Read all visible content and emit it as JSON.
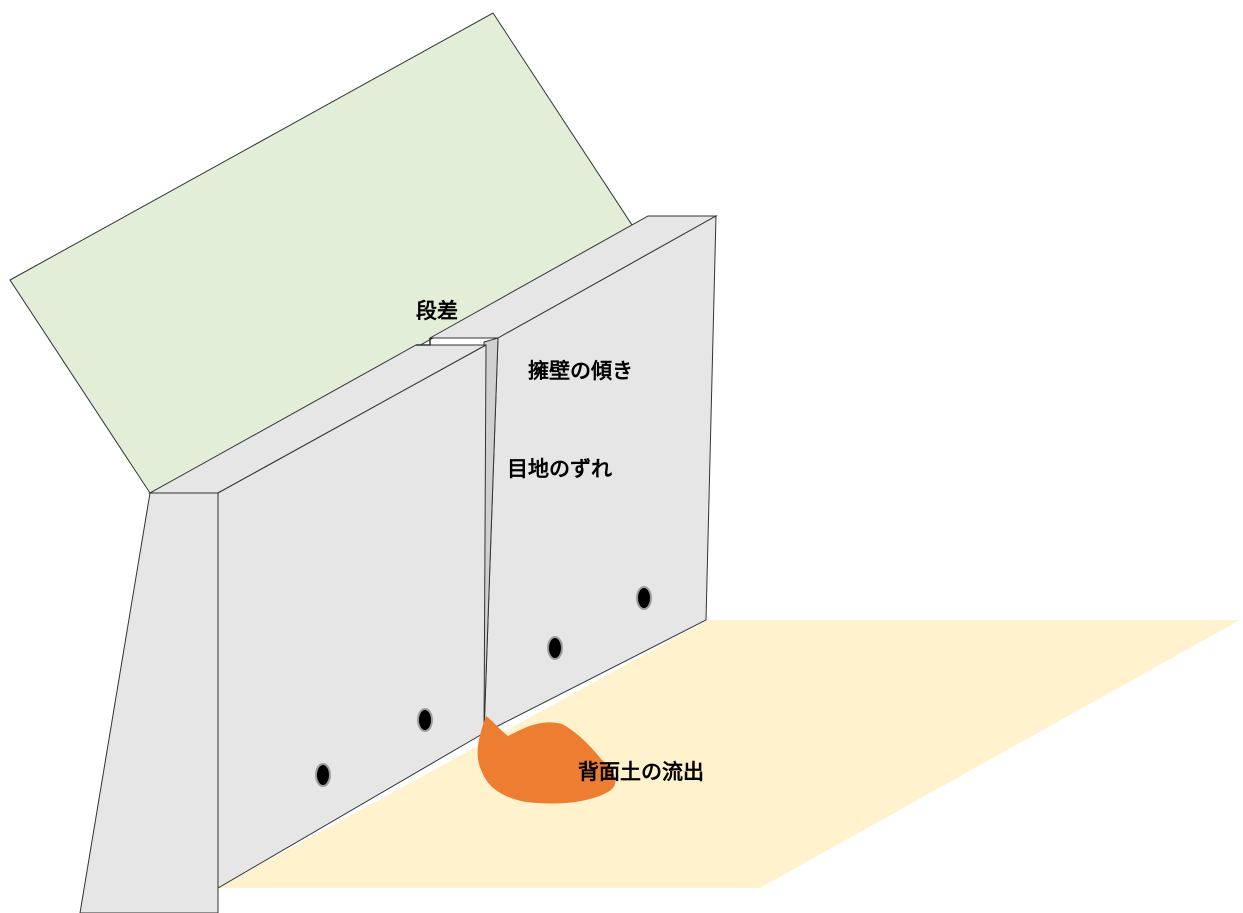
{
  "labels": {
    "step": "段差",
    "wall_tilt": "擁壁の傾き",
    "joint_offset": "目地のずれ",
    "soil_outflow": "背面土の流出"
  },
  "colors": {
    "background_slope": "#e2eed8",
    "ground": "#fff2cc",
    "wall_face": "#e6e6e6",
    "wall_outline": "#333333",
    "soil_outflow": "#ed7d31",
    "drain_hole": "#000000"
  }
}
